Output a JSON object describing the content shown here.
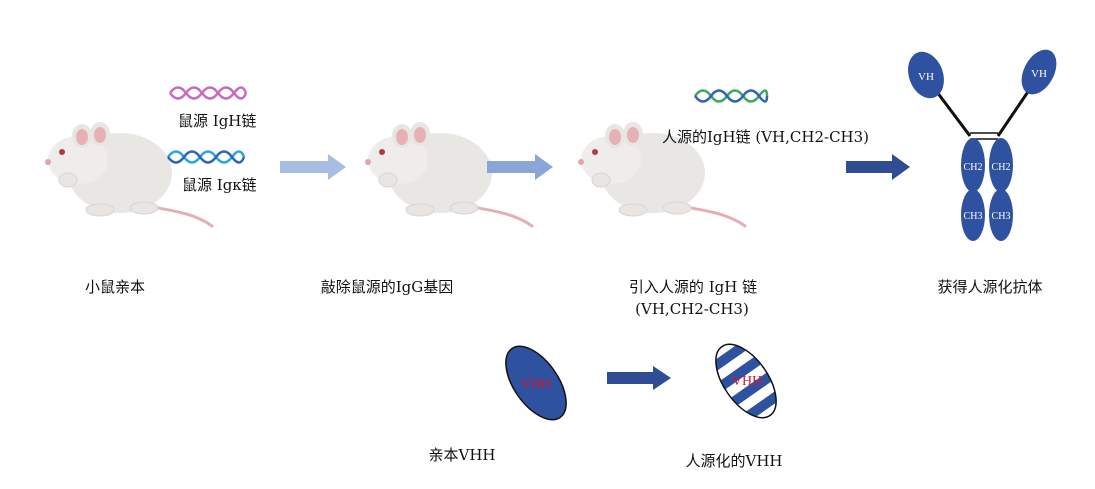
{
  "labels": {
    "mouse_wt": "小鼠亲本",
    "mouse_ko": "敲除鼠源的IgG基因",
    "mouse_in_1": "引入人源的 IgH 链",
    "mouse_in_2": "(VH,CH2-CH3)",
    "antibody": "获得人源化抗体",
    "gene_igh_mouse": "鼠源 IgH链",
    "gene_igk_mouse": "鼠源 Igκ链",
    "gene_igh_human": "人源的IgH链 (VH,CH2-CH3)",
    "parent_vhh": "亲本VHH",
    "human_vhh": "人源化的VHH"
  },
  "antibody_domains": {
    "vh_left": "VH",
    "vh_right": "VH",
    "ch2_left": "CH2",
    "ch2_right": "CH2",
    "ch3_left": "CH3",
    "ch3_right": "CH3"
  },
  "vhh_text": {
    "parent": "VHH",
    "humanized": "VHH"
  },
  "colors": {
    "dna_pink": "#c66bc0",
    "dna_cyan": "#27a8d6",
    "dna_green": "#3aa860",
    "dna_blue": "#2f62b8",
    "arrow_light": "#a8bde2",
    "arrow_dark": "#2e4d94",
    "domain_blue": "#2f52a0",
    "vhh_text": "#d6152b"
  }
}
